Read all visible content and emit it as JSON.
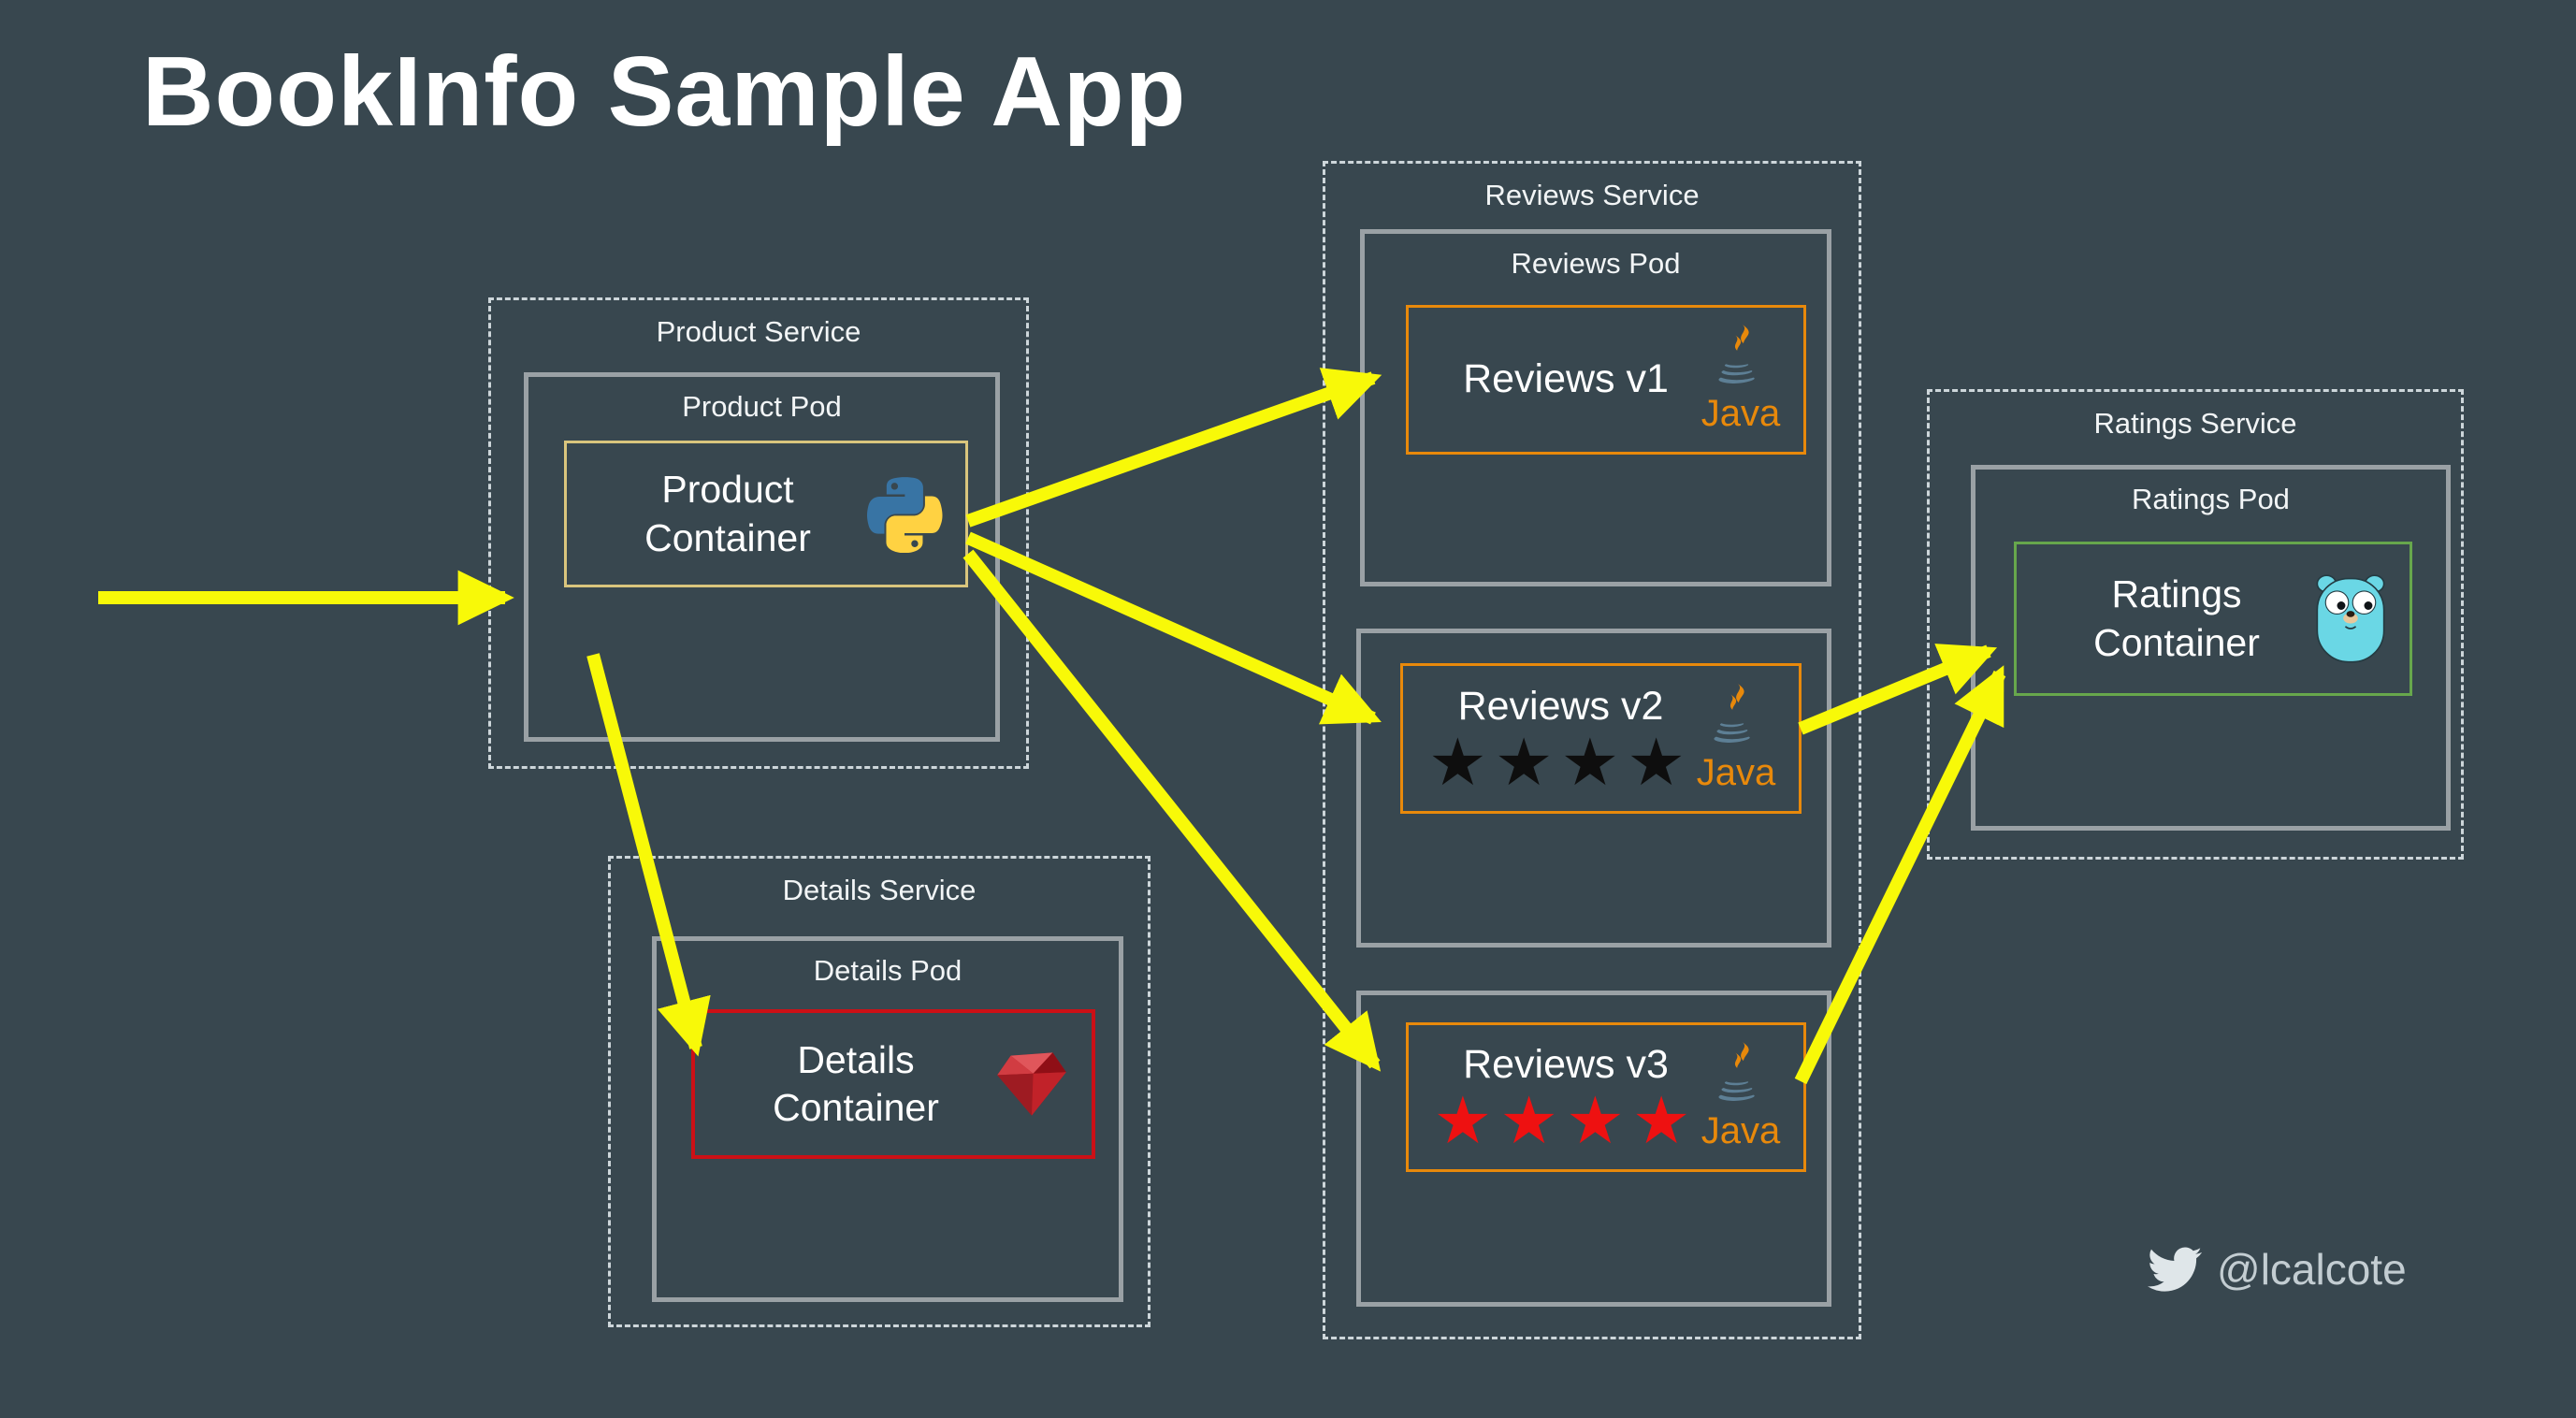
{
  "title": "BookInfo Sample App",
  "attribution": {
    "icon": "twitter-icon",
    "handle": "@lcalcote"
  },
  "colors": {
    "background": "#38474f",
    "arrow": "#f8f908",
    "service_border_dashed": "#cdd6da",
    "pod_border": "#9aa1a5",
    "product_container_border": "#d9c57d",
    "details_container_border": "#cc1016",
    "reviews_container_border": "#e8890b",
    "ratings_container_border": "#67a74c",
    "java_text": "#e8890b",
    "stars_v2": "#0e0e0e",
    "stars_v3": "#ee1111"
  },
  "services": {
    "product": {
      "label": "Product Service",
      "pod": {
        "label": "Product Pod",
        "container": {
          "label": "Product Container",
          "icon": "python-logo"
        }
      }
    },
    "details": {
      "label": "Details Service",
      "pod": {
        "label": "Details Pod",
        "container": {
          "label": "Details Container",
          "icon": "ruby-logo"
        }
      }
    },
    "reviews": {
      "label": "Reviews Service",
      "pods": [
        {
          "label": "Reviews Pod",
          "container": {
            "label": "Reviews v1",
            "stars": "",
            "language": "Java",
            "icon": "java-logo"
          }
        },
        {
          "label": "",
          "container": {
            "label": "Reviews v2",
            "stars": "★★★★",
            "language": "Java",
            "icon": "java-logo"
          }
        },
        {
          "label": "",
          "container": {
            "label": "Reviews v3",
            "stars": "★★★★",
            "language": "Java",
            "icon": "java-logo"
          }
        }
      ]
    },
    "ratings": {
      "label": "Ratings Service",
      "pod": {
        "label": "Ratings Pod",
        "container": {
          "label": "Ratings Container",
          "icon": "go-gopher-logo"
        }
      }
    }
  },
  "arrows": [
    {
      "name": "ingress-to-product"
    },
    {
      "name": "product-to-reviews-v1"
    },
    {
      "name": "product-to-reviews-v2"
    },
    {
      "name": "product-to-reviews-v3"
    },
    {
      "name": "product-to-details"
    },
    {
      "name": "reviews-v2-to-ratings"
    },
    {
      "name": "reviews-v3-to-ratings"
    }
  ]
}
